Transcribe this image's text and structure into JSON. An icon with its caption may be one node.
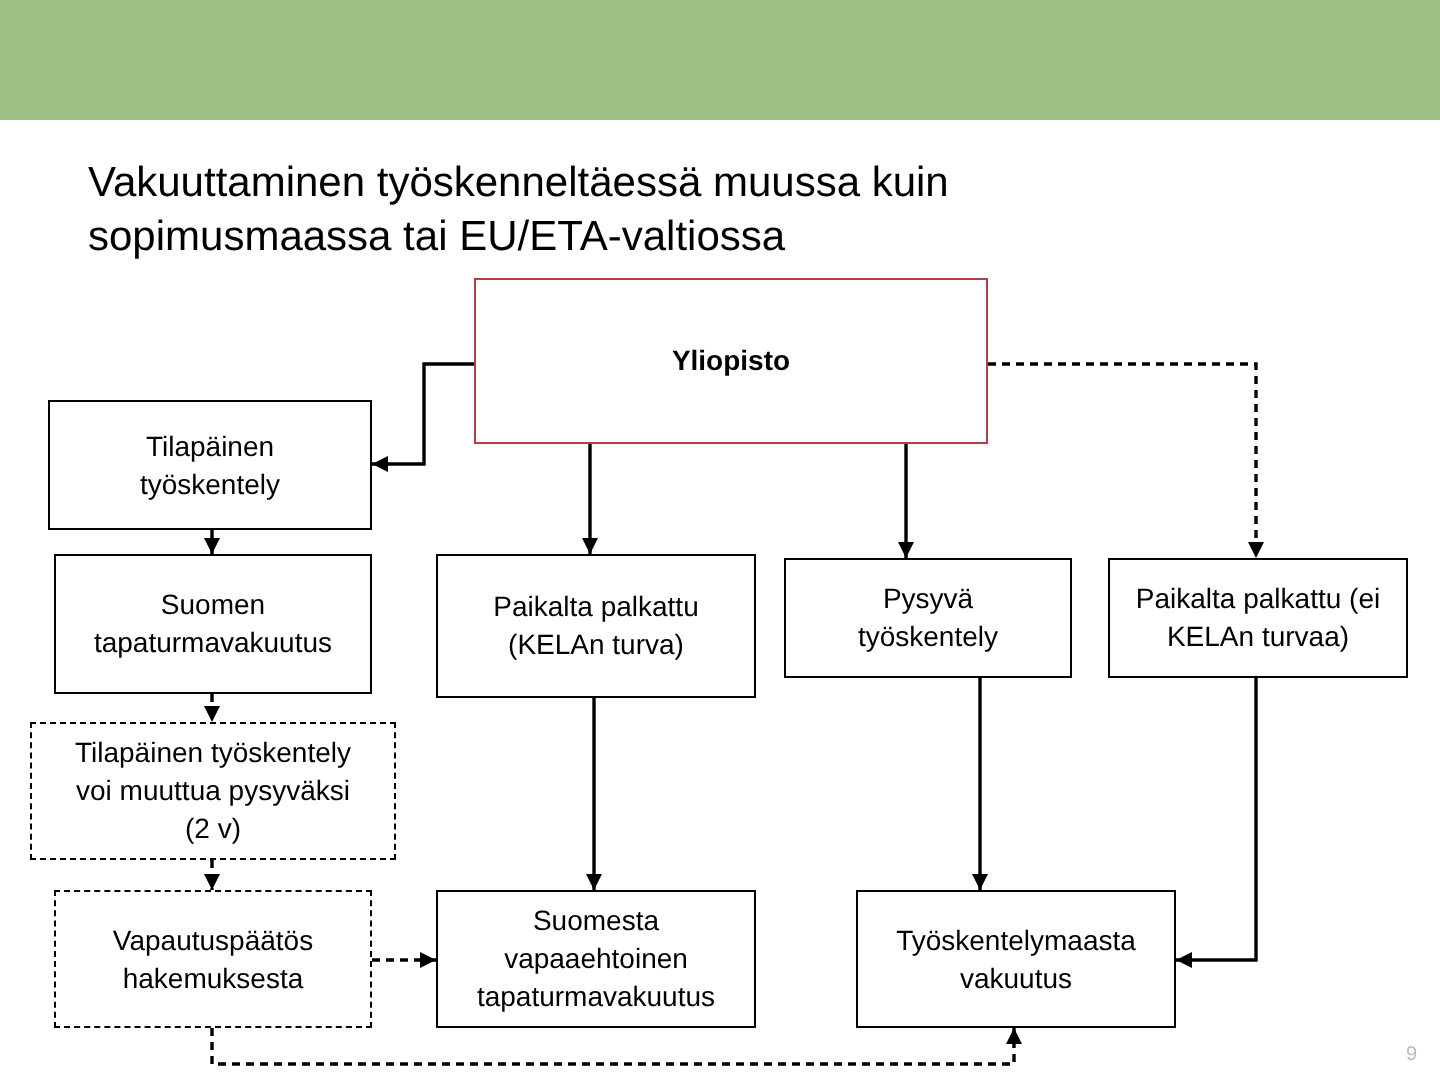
{
  "diagram": {
    "title": "Vakuuttaminen työskenneltäessä muussa kuin sopimusmaassa tai EU/ETA-valtiossa",
    "nodes": [
      {
        "text": [
          "Yliopisto"
        ]
      },
      {
        "text": [
          "Tilapäinen työskentely"
        ]
      },
      {
        "text": [
          "Suomen tapaturmavakuutus"
        ]
      },
      {
        "text": [
          "Paikalta palkattu (KELAn turva)"
        ]
      },
      {
        "text": [
          "Pysyvä työskentely"
        ]
      },
      {
        "text": [
          "Paikalta palkattu (ei KELAn turvaa)"
        ]
      },
      {
        "text": [
          "Tilapäinen työskentely voi muuttua pysyväksi (2 v)"
        ]
      },
      {
        "text": [
          "Vapautuspäätös hakemuksesta"
        ]
      },
      {
        "text": [
          "Suomesta vapaaehtoinen tapaturmavakuutus"
        ]
      },
      {
        "text": [
          "Työskentelymaasta vakuutus"
        ]
      }
    ],
    "edges": [
      {
        "from": 0,
        "to": 1,
        "arrow": "to"
      },
      {
        "from": 0,
        "to": 3,
        "arrow": "to"
      },
      {
        "from": 0,
        "to": 4,
        "arrow": "to"
      },
      {
        "from": 0,
        "to": 5,
        "arrow": "to",
        "style": "dashed"
      },
      {
        "from": 1,
        "to": 2,
        "arrow": "to"
      },
      {
        "from": 2,
        "to": 6,
        "arrow": "to",
        "style": "dashed"
      },
      {
        "from": 6,
        "to": 7,
        "arrow": "to",
        "style": "dashed"
      },
      {
        "from": 7,
        "to": 8,
        "arrow": "to",
        "style": "dashed"
      },
      {
        "from": 7,
        "to": 9,
        "arrow": "to",
        "style": "dashed"
      },
      {
        "from": 3,
        "to": 8,
        "arrow": "to"
      },
      {
        "from": 4,
        "to": 9,
        "arrow": "to"
      },
      {
        "from": 5,
        "to": 9,
        "arrow": "to"
      }
    ],
    "labels": [
      "9"
    ]
  }
}
